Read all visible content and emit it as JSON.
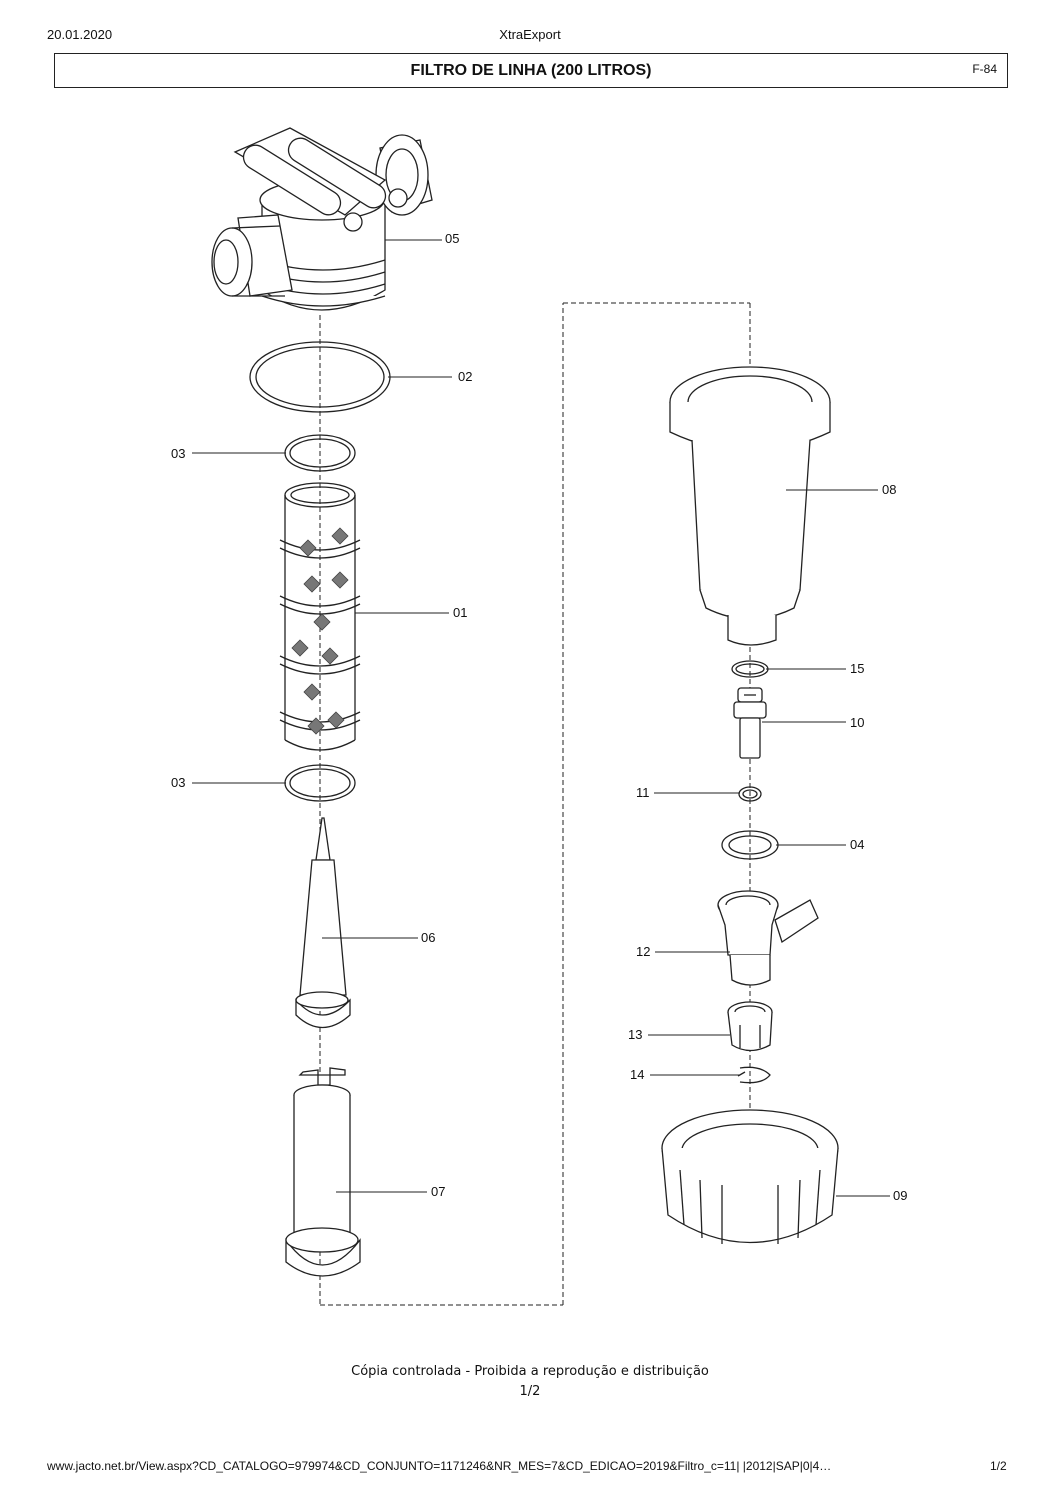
{
  "header": {
    "date": "20.01.2020",
    "app": "XtraExport",
    "title": "FILTRO DE LINHA (200 LITROS)",
    "page_code": "F-84"
  },
  "callouts": [
    {
      "id": "05",
      "part": "head"
    },
    {
      "id": "02",
      "part": "large-o-ring"
    },
    {
      "id": "03",
      "part": "upper-o-ring"
    },
    {
      "id": "01",
      "part": "filter-element"
    },
    {
      "id": "03",
      "part": "lower-o-ring"
    },
    {
      "id": "06",
      "part": "cone"
    },
    {
      "id": "07",
      "part": "support-tube"
    },
    {
      "id": "08",
      "part": "bowl"
    },
    {
      "id": "15",
      "part": "drain-o-ring"
    },
    {
      "id": "10",
      "part": "drain-valve"
    },
    {
      "id": "11",
      "part": "small-o-ring"
    },
    {
      "id": "04",
      "part": "gasket"
    },
    {
      "id": "12",
      "part": "elbow-fitting"
    },
    {
      "id": "13",
      "part": "nut"
    },
    {
      "id": "14",
      "part": "retaining-clip"
    },
    {
      "id": "09",
      "part": "bowl-ring-nut"
    }
  ],
  "footer": {
    "notice": "Cópia controlada - Proibida a reprodução e distribuição",
    "page": "1/2",
    "url": "www.jacto.net.br/View.aspx?CD_CATALOGO=979974&CD_CONJUNTO=1171246&NR_MES=7&CD_EDICAO=2019&Filtro_c=11| |2012|SAP|0|4…",
    "url_page": "1/2"
  }
}
